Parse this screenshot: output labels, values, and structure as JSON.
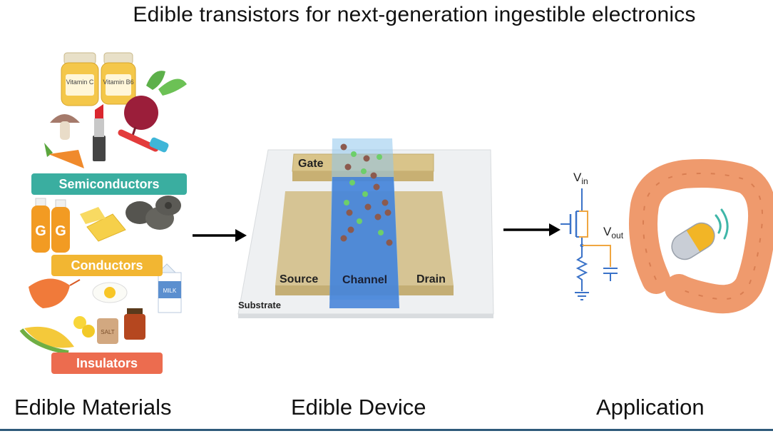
{
  "title": "Edible transistors for next-generation ingestible electronics",
  "materials": {
    "heading": "Edible Materials",
    "semiconductors": "Semiconductors",
    "conductors": "Conductors",
    "insulators": "Insulators",
    "jar_labels": [
      "Vitamin C",
      "Vitamin B6"
    ],
    "milk_label": "MILK",
    "salt_label": "SALT"
  },
  "device": {
    "heading": "Edible Device",
    "gate": "Gate",
    "source": "Source",
    "channel": "Channel",
    "drain": "Drain",
    "substrate": "Substrate"
  },
  "application": {
    "heading": "Application",
    "vin": "V",
    "vin_sub": "in",
    "vout": "V",
    "vout_sub": "out"
  },
  "colors": {
    "semiconductors": "#3aaea0",
    "conductors": "#f2b632",
    "insulators": "#ec6c4f",
    "electrode": "#d9c48a",
    "channel": "#3f7fd8",
    "circuit_blue": "#3a72c8",
    "circuit_orange": "#f0a640",
    "colon": "#ef9a6d"
  }
}
